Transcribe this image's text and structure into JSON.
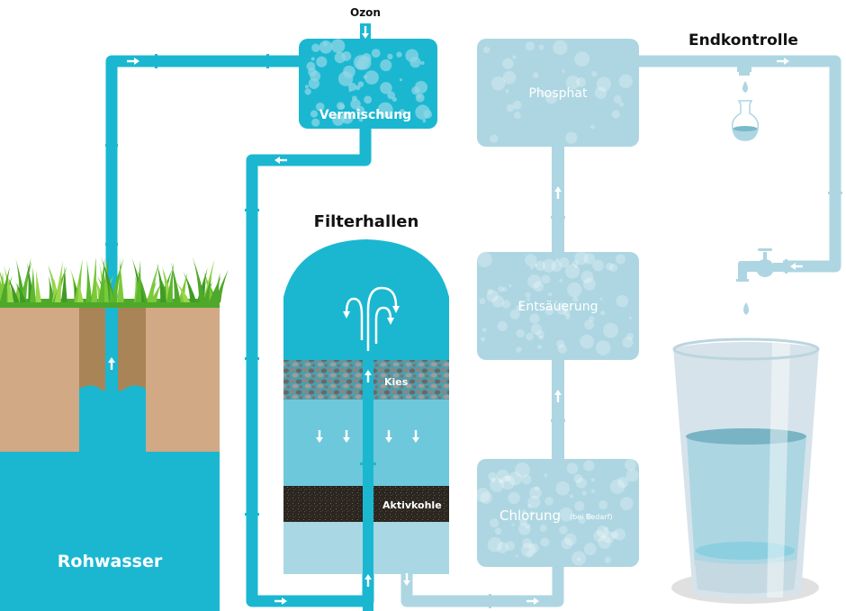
{
  "colors": {
    "pipe_dark": "#1bb7d1",
    "pipe_light": "#add6e2",
    "box_dark": "#1bb7d1",
    "box_light": "#add6e2",
    "soil": "#d1a984",
    "soil_dark": "#a98457",
    "grass": "#5cb82d",
    "aktivkohle": "#2b2620",
    "kies": "#8a8480",
    "filter_mid": "#6dc8dc",
    "filter_bottom": "#a9d8e4",
    "glass": "#d7e4ea",
    "glass_water": "#acd6e2",
    "text_dark": "#111111",
    "text_light": "#ffffff"
  },
  "labels": {
    "ozon": "Ozon",
    "vermischung": "Vermischung",
    "filterhallen": "Filterhallen",
    "kies": "Kies",
    "aktivkohle": "Aktivkohle",
    "rohwasser": "Rohwasser",
    "phosphat": "Phosphat",
    "entsaeuerung": "Entsäuerung",
    "chlorung": "Chlorung",
    "chlorung_note": "(bei Bedarf)",
    "endkontrolle": "Endkontrolle"
  },
  "process_steps": [
    "Rohwasser",
    "Vermischung",
    "Filterhallen",
    "Chlorung (bei Bedarf)",
    "Entsäuerung",
    "Phosphat",
    "Endkontrolle"
  ],
  "icons": {
    "flow_arrow": "arrow-icon",
    "flask": "flask-icon",
    "tap": "water-tap-icon",
    "drop": "water-drop-icon",
    "glass": "water-glass-icon"
  }
}
